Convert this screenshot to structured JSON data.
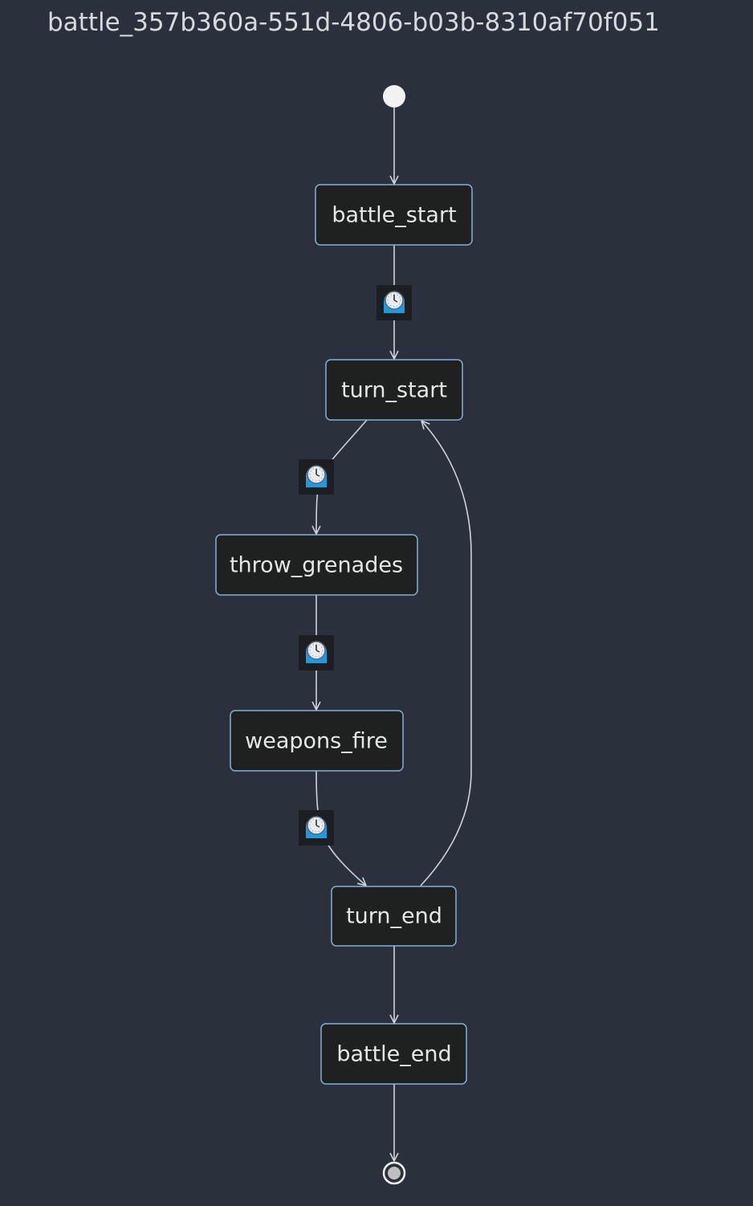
{
  "title": "battle_357b360a-551d-4806-b03b-8310af70f051",
  "states": [
    {
      "id": "battle_start",
      "label": "battle_start"
    },
    {
      "id": "turn_start",
      "label": "turn_start"
    },
    {
      "id": "throw_grenades",
      "label": "throw_grenades"
    },
    {
      "id": "weapons_fire",
      "label": "weapons_fire"
    },
    {
      "id": "turn_end",
      "label": "turn_end"
    },
    {
      "id": "battle_end",
      "label": "battle_end"
    }
  ],
  "transitions": [
    {
      "from": "start",
      "to": "battle_start",
      "icon": null
    },
    {
      "from": "battle_start",
      "to": "turn_start",
      "icon": "timer-icon"
    },
    {
      "from": "turn_start",
      "to": "throw_grenades",
      "icon": "timer-icon"
    },
    {
      "from": "throw_grenades",
      "to": "weapons_fire",
      "icon": "timer-icon"
    },
    {
      "from": "weapons_fire",
      "to": "turn_end",
      "icon": "timer-icon"
    },
    {
      "from": "turn_end",
      "to": "turn_start",
      "icon": null
    },
    {
      "from": "turn_end",
      "to": "battle_end",
      "icon": null
    },
    {
      "from": "battle_end",
      "to": "end",
      "icon": null
    }
  ],
  "colors": {
    "background": "#2a303c",
    "node_fill": "#1f2020",
    "node_border": "#81b1db",
    "edge": "#cfd2d6",
    "text": "#e6e6e6",
    "icon_accent": "#1e9be0"
  }
}
